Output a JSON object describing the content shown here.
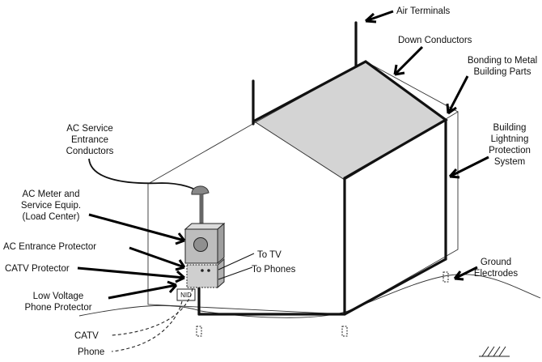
{
  "labels": {
    "air_terminals": "Air Terminals",
    "down_conductors": "Down Conductors",
    "bonding_line1": "Bonding to Metal",
    "bonding_line2": "Building Parts",
    "ac_service_line1": "AC Service",
    "ac_service_line2": "Entrance",
    "ac_service_line3": "Conductors",
    "building_line1": "Building",
    "building_line2": "Lightning",
    "building_line3": "Protection",
    "building_line4": "System",
    "ac_meter_line1": "AC Meter and",
    "ac_meter_line2": "Service Equip.",
    "ac_meter_line3": "(Load Center)",
    "ac_entrance_protector": "AC Entrance Protector",
    "catv_protector": "CATV Protector",
    "low_voltage_line1": "Low Voltage",
    "low_voltage_line2": "Phone Protector",
    "to_tv": "To TV",
    "to_phones": "To Phones",
    "ground_line1": "Ground",
    "ground_line2": "Electrodes",
    "nid": "NID",
    "catv": "CATV",
    "phone": "Phone"
  },
  "colors": {
    "roof_fill": "#d4d4d4",
    "conductor": "#111111",
    "outline": "#333333"
  }
}
